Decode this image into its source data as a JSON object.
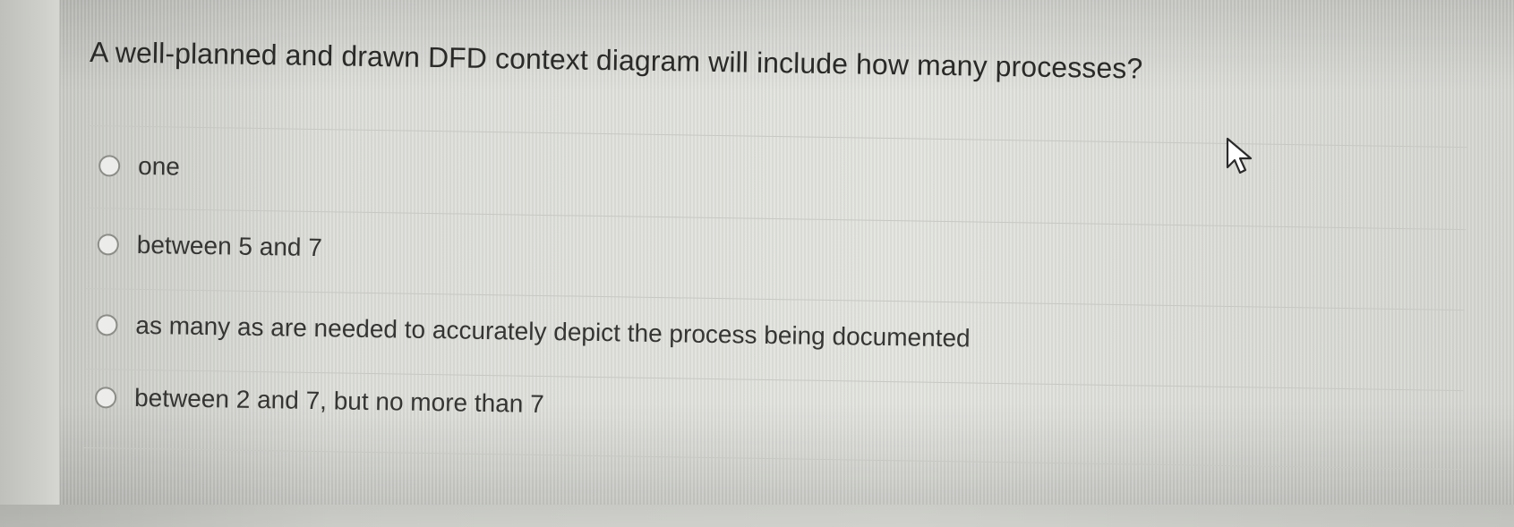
{
  "question": {
    "text": "A well-planned and drawn DFD context diagram will include how many processes?"
  },
  "options": [
    {
      "label": "one",
      "selected": false
    },
    {
      "label": "between 5 and 7",
      "selected": false
    },
    {
      "label": "as many as are needed to accurately depict the process being documented",
      "selected": false
    },
    {
      "label": "between 2 and 7, but no more than 7",
      "selected": false
    }
  ],
  "cursor": {
    "icon": "mouse-pointer-icon"
  },
  "colors": {
    "text": "#2a2a28",
    "radio_border": "#8c8c88",
    "background": "#dcddd8"
  }
}
